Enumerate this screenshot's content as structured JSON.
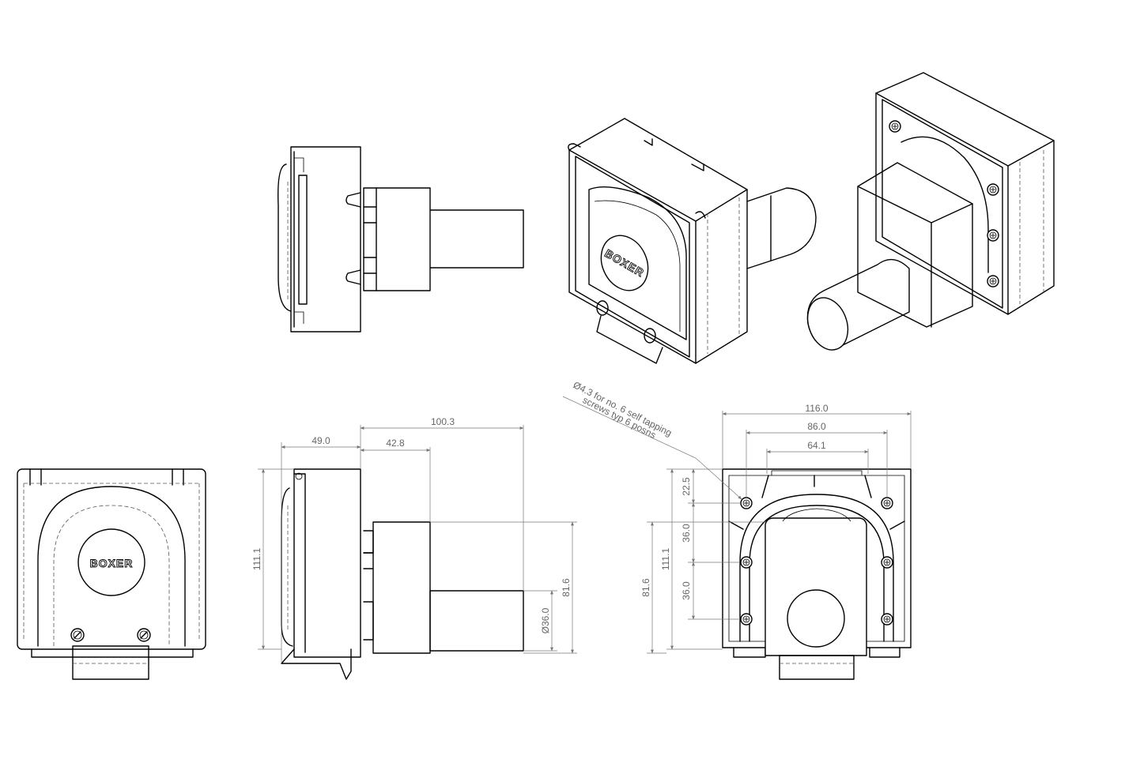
{
  "brand": {
    "logo_text": "BOXER"
  },
  "dimensions": {
    "side_view": {
      "overall_length": "100.3",
      "housing_depth": "49.0",
      "motor_body": "42.8",
      "height": "111.1",
      "motor_height": "81.6",
      "shaft_diameter": "Ø36.0"
    },
    "rear_view": {
      "overall_width": "116.0",
      "outer_hole_spacing": "86.0",
      "inner_spacing": "64.1",
      "top_offset": "22.5",
      "hole_pitch_upper": "36.0",
      "hole_pitch_lower": "36.0",
      "height": "111.1",
      "motor_height": "81.6"
    }
  },
  "notes": {
    "screw_line1": "Ø4.3 for no. 6 self tapping",
    "screw_line2": "screws typ 6 posns"
  }
}
